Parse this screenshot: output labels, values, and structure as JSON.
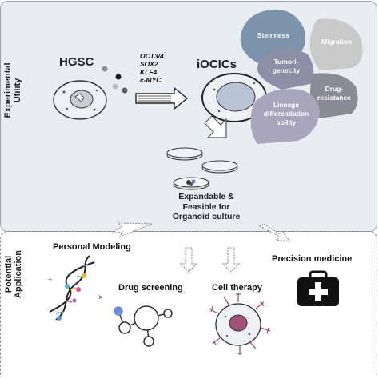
{
  "sections": {
    "top_label_line1": "Experimental",
    "top_label_line2": "Utility",
    "bottom_label_line1": "Potential",
    "bottom_label_line2": "Application"
  },
  "source_cell": "HGSC",
  "derived_cell": "iOCICs",
  "factors": [
    "OCT3/4",
    "SOX2",
    "KLF4",
    "c-MYC"
  ],
  "properties": [
    {
      "line1": "Stemness",
      "line2": "",
      "line3": "",
      "color": "#7d93ad"
    },
    {
      "line1": "Migration",
      "line2": "",
      "line3": "",
      "color": "#c9c9c9"
    },
    {
      "line1": "Tumori-",
      "line2": "genecity",
      "line3": "",
      "color": "#8c8fa5"
    },
    {
      "line1": "Drug-",
      "line2": "resistance",
      "line3": "",
      "color": "#8a8b94"
    },
    {
      "line1": "Lineage",
      "line2": "differentiation",
      "line3": "ability",
      "color": "#a8a5bd"
    }
  ],
  "organoid": {
    "line1": "Expandable &",
    "line2": "Feasible for",
    "line3": "Organoid culture"
  },
  "applications": {
    "personal": "Personal Modeling",
    "drug": "Drug screening",
    "cell": "Cell therapy",
    "precision": "Precision medicine"
  },
  "colors": {
    "panel_bg": "#e9edf2",
    "panel_border": "#9aa4b1",
    "cell_fill": "#eef0f3",
    "nucleus": "#b8c3d6"
  }
}
